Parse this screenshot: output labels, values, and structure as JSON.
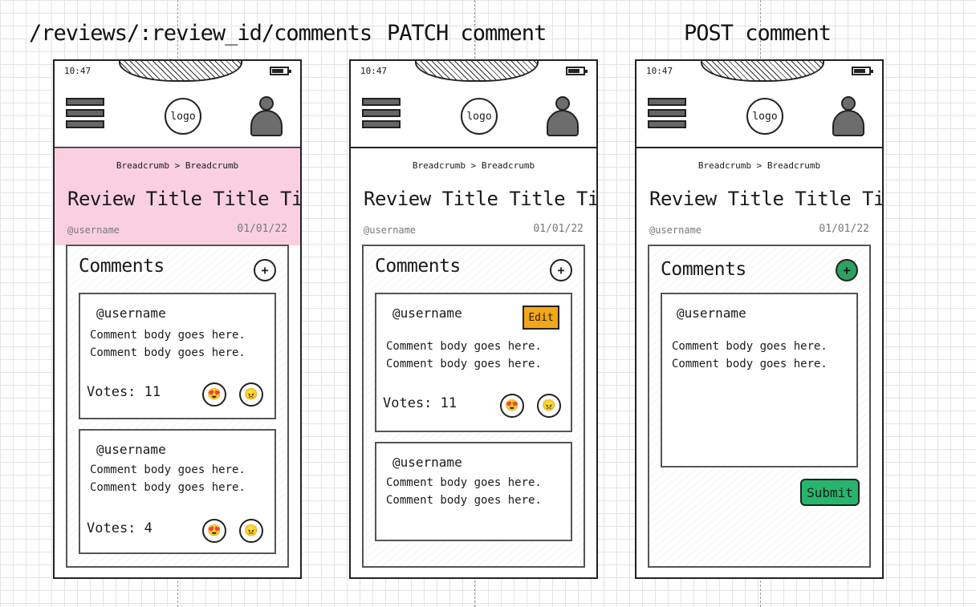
{
  "labels": {
    "view": "/reviews/:review_id/comments",
    "patch": "PATCH comment",
    "post": "POST comment"
  },
  "colors": {
    "highlight": "#f6aac8",
    "edit": "#f4a717",
    "submit": "#27b56d",
    "add_active": "#2ea05f"
  },
  "phone": {
    "time": "10:47",
    "logo": "logo",
    "breadcrumb": "Breadcrumb > Breadcrumb",
    "review_title": "Review Title Title Title",
    "username": "@username",
    "date": "01/01/22",
    "comments_heading": "Comments",
    "add_icon": "+"
  },
  "comment": {
    "user": "@username",
    "line1": "Comment body goes here.",
    "line2": "Comment body goes here.",
    "love_icon": "😍",
    "angry_icon": "😠"
  },
  "screen1": {
    "votes_a": "Votes: 11",
    "votes_b": "Votes: 4"
  },
  "screen2": {
    "edit_label": "Edit",
    "votes": "Votes: 11"
  },
  "screen3": {
    "submit_label": "Submit"
  }
}
